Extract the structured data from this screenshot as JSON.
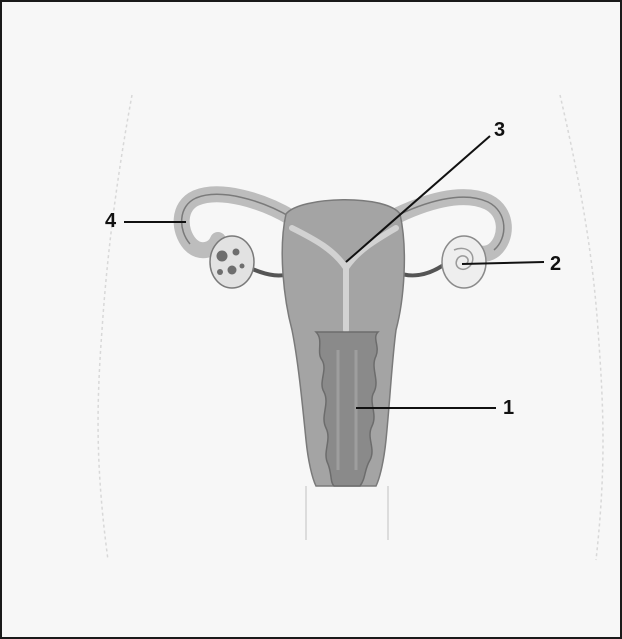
{
  "diagram": {
    "callouts": [
      {
        "id": "1",
        "label": "1"
      },
      {
        "id": "2",
        "label": "2"
      },
      {
        "id": "3",
        "label": "3"
      },
      {
        "id": "4",
        "label": "4"
      }
    ]
  },
  "colors": {
    "frame_border": "#1a1a1a",
    "background": "#f7f7f7",
    "tissue_fill": "#9a9a9a",
    "tissue_light": "#cfcfcf",
    "outline": "#6e6e6e",
    "cavity_dark": "#7c7c7c",
    "leader_line": "#111111"
  }
}
